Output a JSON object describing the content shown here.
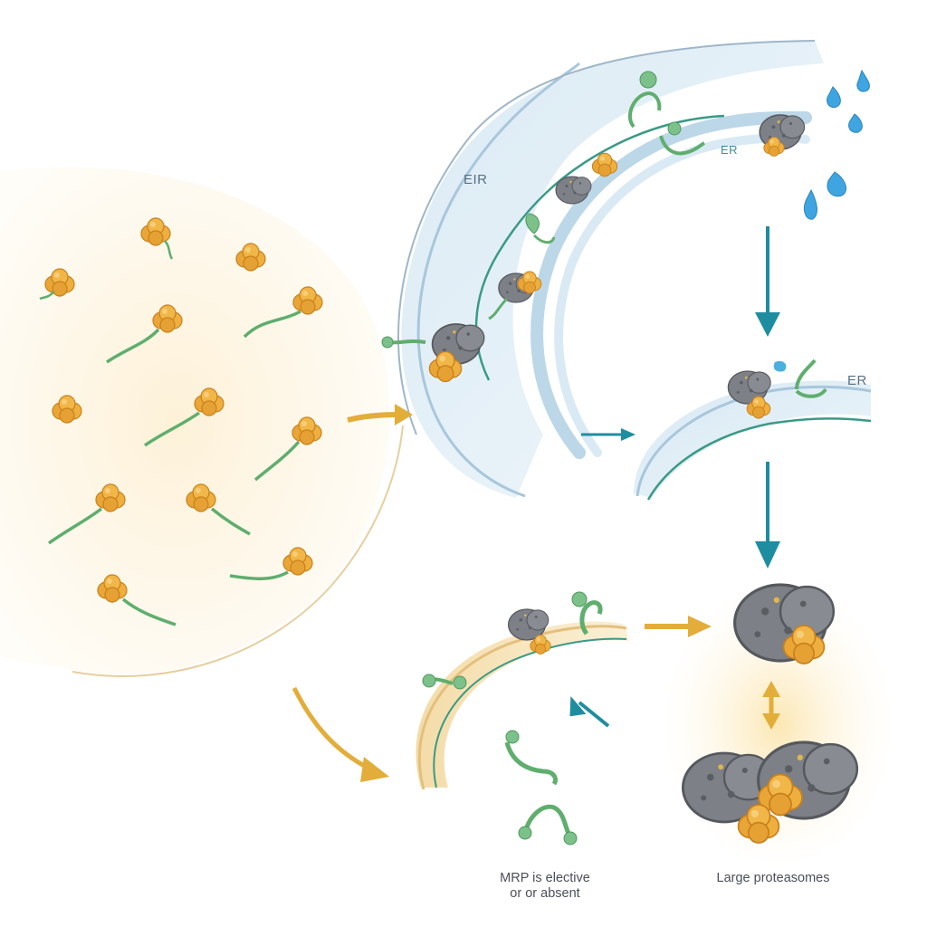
{
  "labels": {
    "er_top": "EIR",
    "er_small": "ER",
    "er_mid": "ER",
    "mrp_line1": "MRP is elective",
    "mrp_line2": "or or absent",
    "proteasomes": "Large proteasomes"
  },
  "colors": {
    "ribosome": "#e9a636",
    "ribosome_dark": "#c9801c",
    "peptide": "#5fae6e",
    "proteasome": "#7d8086",
    "er_membrane": "#bcd7e8",
    "er_membrane_yellow": "#f2d79c",
    "arrow_teal": "#1f8da0",
    "arrow_gold": "#e3ad3a",
    "droplet": "#3ea5e0"
  },
  "icons": [
    "ribosome-icon",
    "peptide-chain-icon",
    "proteasome-icon",
    "droplet-icon",
    "arrow-icon"
  ]
}
